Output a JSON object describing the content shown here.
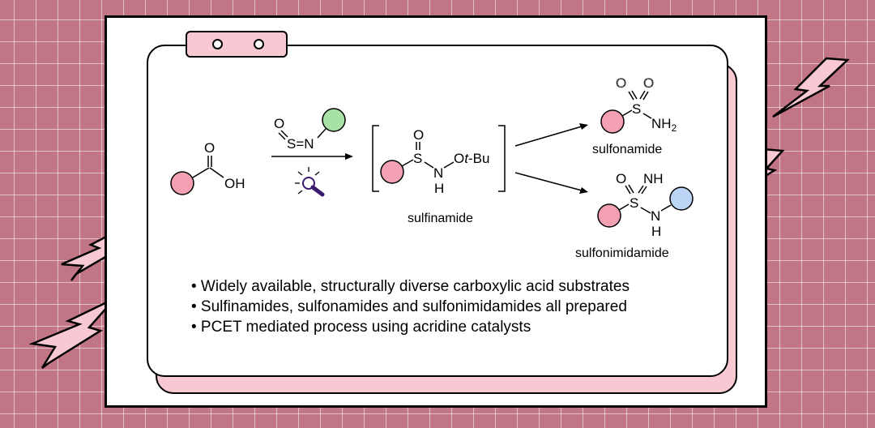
{
  "colors": {
    "background": "#c27585",
    "card_accent": "#f8c9d2",
    "substrate_circle": "#f2a0b2",
    "sulfinylamine_circle": "#a6e2a4",
    "amine_circle": "#bcd4f5",
    "light_icon": "#3a1a6e"
  },
  "scheme": {
    "carboxylic_acid": {
      "carbonyl_o": "O",
      "oh": "OH"
    },
    "reagent": {
      "o": "O",
      "s_eq_n": "S=N"
    },
    "sulfinamide": {
      "o": "O",
      "s": "S",
      "n": "N",
      "h": "H",
      "o_prefix": "O",
      "t": "t",
      "bu": "-Bu",
      "label": "sulfinamide"
    },
    "sulfonamide": {
      "o1": "O",
      "o2": "O",
      "s": "S",
      "nh": "NH",
      "sub2": "2",
      "label": "sulfonamide"
    },
    "sulfonimidamide": {
      "o": "O",
      "nh": "NH",
      "s": "S",
      "n": "N",
      "h": "H",
      "label": "sulfonimidamide"
    }
  },
  "bullets": [
    "• Widely available, structurally diverse carboxylic acid substrates",
    "• Sulfinamides, sulfonamides and sulfonimidamides all prepared",
    "• PCET mediated process using acridine catalysts"
  ]
}
